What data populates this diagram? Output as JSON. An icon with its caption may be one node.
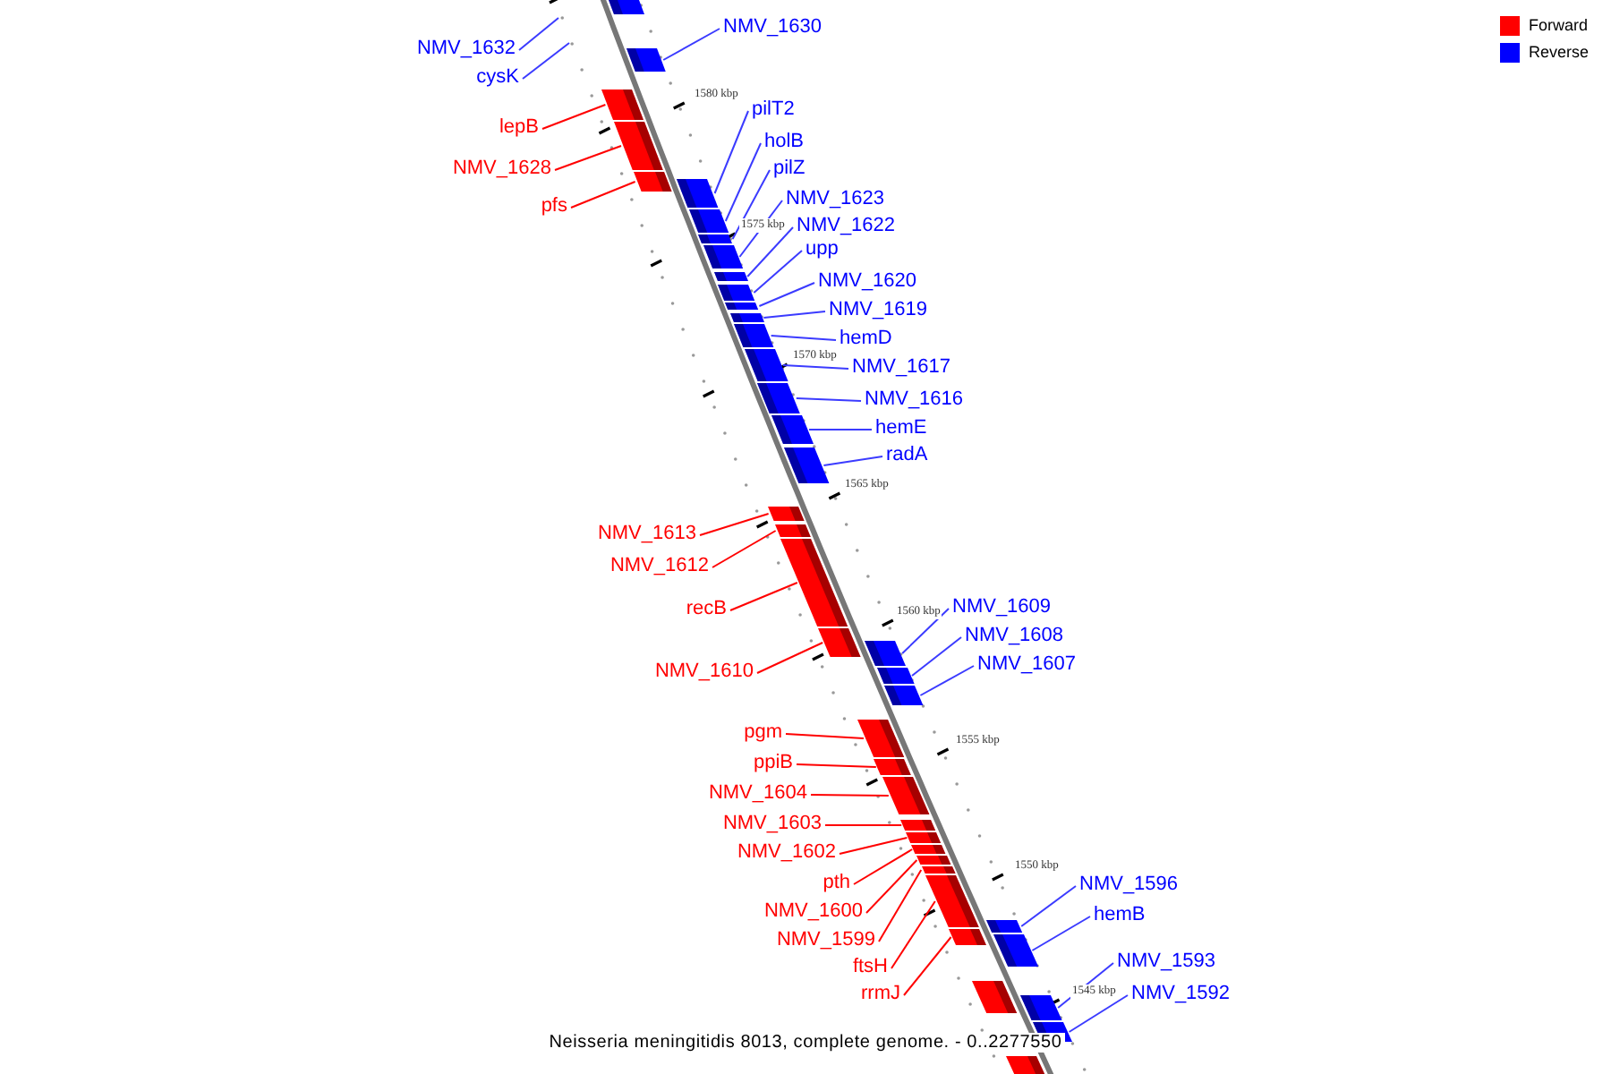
{
  "diagram": {
    "caption": "Neisseria meningitidis 8013, complete genome. - 0..2277550",
    "nodes": [
      {
        "text": [
          "NMV_1632"
        ]
      },
      {
        "text": [
          "cysK"
        ]
      },
      {
        "text": [],
        "shape": "bar"
      },
      {
        "text": [
          "NMV_1630"
        ]
      },
      {
        "text": [],
        "shape": "bar"
      },
      {
        "text": [
          "lepB"
        ]
      },
      {
        "text": [],
        "shape": "bar"
      },
      {
        "text": [
          "NMV_1628"
        ]
      },
      {
        "text": [],
        "shape": "bar"
      },
      {
        "text": [
          "pfs"
        ]
      },
      {
        "text": [],
        "shape": "bar"
      },
      {
        "text": [
          "pilT2"
        ]
      },
      {
        "text": [],
        "shape": "bar"
      },
      {
        "text": [
          "holB"
        ]
      },
      {
        "text": [],
        "shape": "bar"
      },
      {
        "text": [
          "pilZ"
        ]
      },
      {
        "text": [],
        "shape": "bar"
      },
      {
        "text": [
          "NMV_1623"
        ]
      },
      {
        "text": [],
        "shape": "bar"
      },
      {
        "text": [
          "NMV_1622"
        ]
      },
      {
        "text": [],
        "shape": "bar"
      },
      {
        "text": [
          "upp"
        ]
      },
      {
        "text": [],
        "shape": "bar"
      },
      {
        "text": [
          "NMV_1620"
        ]
      },
      {
        "text": [],
        "shape": "bar"
      },
      {
        "text": [
          "NMV_1619"
        ]
      },
      {
        "text": [],
        "shape": "bar"
      },
      {
        "text": [
          "hemD"
        ]
      },
      {
        "text": [],
        "shape": "bar"
      },
      {
        "text": [
          "NMV_1617"
        ]
      },
      {
        "text": [],
        "shape": "bar"
      },
      {
        "text": [
          "NMV_1616"
        ]
      },
      {
        "text": [],
        "shape": "bar"
      },
      {
        "text": [
          "hemE"
        ]
      },
      {
        "text": [],
        "shape": "bar"
      },
      {
        "text": [
          "radA"
        ]
      },
      {
        "text": [],
        "shape": "bar"
      },
      {
        "text": [
          "NMV_1613"
        ]
      },
      {
        "text": [],
        "shape": "bar"
      },
      {
        "text": [
          "NMV_1612"
        ]
      },
      {
        "text": [],
        "shape": "bar"
      },
      {
        "text": [
          "recB"
        ]
      },
      {
        "text": [],
        "shape": "bar"
      },
      {
        "text": [
          "NMV_1610"
        ]
      },
      {
        "text": [],
        "shape": "bar"
      },
      {
        "text": [
          "NMV_1609"
        ]
      },
      {
        "text": [],
        "shape": "bar"
      },
      {
        "text": [
          "NMV_1608"
        ]
      },
      {
        "text": [],
        "shape": "bar"
      },
      {
        "text": [
          "NMV_1607"
        ]
      },
      {
        "text": [],
        "shape": "bar"
      },
      {
        "text": [
          "pgm"
        ]
      },
      {
        "text": [],
        "shape": "bar"
      },
      {
        "text": [
          "ppiB"
        ]
      },
      {
        "text": [],
        "shape": "bar"
      },
      {
        "text": [
          "NMV_1604"
        ]
      },
      {
        "text": [],
        "shape": "bar"
      },
      {
        "text": [
          "NMV_1603"
        ]
      },
      {
        "text": [],
        "shape": "bar"
      },
      {
        "text": [
          "NMV_1602"
        ]
      },
      {
        "text": [],
        "shape": "bar"
      },
      {
        "text": [
          "pth"
        ]
      },
      {
        "text": [],
        "shape": "bar"
      },
      {
        "text": [
          "NMV_1600"
        ]
      },
      {
        "text": [],
        "shape": "bar"
      },
      {
        "text": [
          "NMV_1599"
        ]
      },
      {
        "text": [],
        "shape": "bar"
      },
      {
        "text": [
          "ftsH"
        ]
      },
      {
        "text": [],
        "shape": "bar"
      },
      {
        "text": [
          "rrmJ"
        ]
      },
      {
        "text": [],
        "shape": "bar"
      },
      {
        "text": [
          "NMV_1596"
        ]
      },
      {
        "text": [],
        "shape": "bar"
      },
      {
        "text": [
          "hemB"
        ]
      },
      {
        "text": [],
        "shape": "bar"
      },
      {
        "text": [],
        "shape": "bar"
      },
      {
        "text": [
          "NMV_1593"
        ]
      },
      {
        "text": [],
        "shape": "bar"
      },
      {
        "text": [
          "NMV_1592"
        ]
      },
      {
        "text": [],
        "shape": "bar"
      },
      {
        "text": [],
        "shape": "bar"
      }
    ],
    "edges": [
      {
        "from": 0,
        "to": null,
        "arrow": "none"
      },
      {
        "from": 1,
        "to": null,
        "arrow": "none"
      },
      {
        "from": 3,
        "to": 4,
        "arrow": "none"
      },
      {
        "from": 5,
        "to": 6,
        "arrow": "none",
        "color": "#ff0000"
      },
      {
        "from": 7,
        "to": 8,
        "arrow": "none",
        "color": "#ff0000"
      },
      {
        "from": 9,
        "to": 10,
        "arrow": "none",
        "color": "#ff0000"
      },
      {
        "from": 11,
        "to": 12,
        "arrow": "none"
      },
      {
        "from": 13,
        "to": 14,
        "arrow": "none"
      },
      {
        "from": 15,
        "to": 16,
        "arrow": "none"
      },
      {
        "from": 17,
        "to": 18,
        "arrow": "none"
      },
      {
        "from": 19,
        "to": 20,
        "arrow": "none"
      },
      {
        "from": 21,
        "to": 22,
        "arrow": "none"
      },
      {
        "from": 23,
        "to": 24,
        "arrow": "none"
      },
      {
        "from": 25,
        "to": 26,
        "arrow": "none"
      },
      {
        "from": 27,
        "to": 28,
        "arrow": "none"
      },
      {
        "from": 29,
        "to": 30,
        "arrow": "none"
      },
      {
        "from": 31,
        "to": 32,
        "arrow": "none"
      },
      {
        "from": 33,
        "to": 34,
        "arrow": "none"
      },
      {
        "from": 35,
        "to": 36,
        "arrow": "none"
      },
      {
        "from": 37,
        "to": 38,
        "arrow": "none",
        "color": "#ff0000"
      },
      {
        "from": 39,
        "to": 40,
        "arrow": "none",
        "color": "#ff0000"
      },
      {
        "from": 41,
        "to": 42,
        "arrow": "none",
        "color": "#ff0000"
      },
      {
        "from": 43,
        "to": 44,
        "arrow": "none",
        "color": "#ff0000"
      },
      {
        "from": 45,
        "to": 46,
        "arrow": "none"
      },
      {
        "from": 47,
        "to": 48,
        "arrow": "none"
      },
      {
        "from": 49,
        "to": 50,
        "arrow": "none"
      },
      {
        "from": 51,
        "to": 52,
        "arrow": "none",
        "color": "#ff0000"
      },
      {
        "from": 53,
        "to": 54,
        "arrow": "none",
        "color": "#ff0000"
      },
      {
        "from": 55,
        "to": 56,
        "arrow": "none",
        "color": "#ff0000"
      },
      {
        "from": 57,
        "to": 58,
        "arrow": "none",
        "color": "#ff0000"
      },
      {
        "from": 59,
        "to": 60,
        "arrow": "none",
        "color": "#ff0000"
      },
      {
        "from": 61,
        "to": 62,
        "arrow": "none",
        "color": "#ff0000"
      },
      {
        "from": 63,
        "to": 64,
        "arrow": "none",
        "color": "#ff0000"
      },
      {
        "from": 65,
        "to": 66,
        "arrow": "none",
        "color": "#ff0000"
      },
      {
        "from": 67,
        "to": 68,
        "arrow": "none",
        "color": "#ff0000"
      },
      {
        "from": 69,
        "to": 70,
        "arrow": "none",
        "color": "#ff0000"
      },
      {
        "from": 71,
        "to": 72,
        "arrow": "none"
      },
      {
        "from": 73,
        "to": 74,
        "arrow": "none"
      },
      {
        "from": 76,
        "to": 77,
        "arrow": "none"
      },
      {
        "from": 78,
        "to": 79,
        "arrow": "none"
      }
    ],
    "labels": [
      "1580 kbp",
      "1575 kbp",
      "1570 kbp",
      "1565 kbp",
      "1560 kbp",
      "1555 kbp",
      "1550 kbp",
      "1545 kbp"
    ],
    "legend": [
      {
        "text": "Forward",
        "color": "#ff0000"
      },
      {
        "text": "Reverse",
        "color": "#0000ff"
      }
    ]
  }
}
